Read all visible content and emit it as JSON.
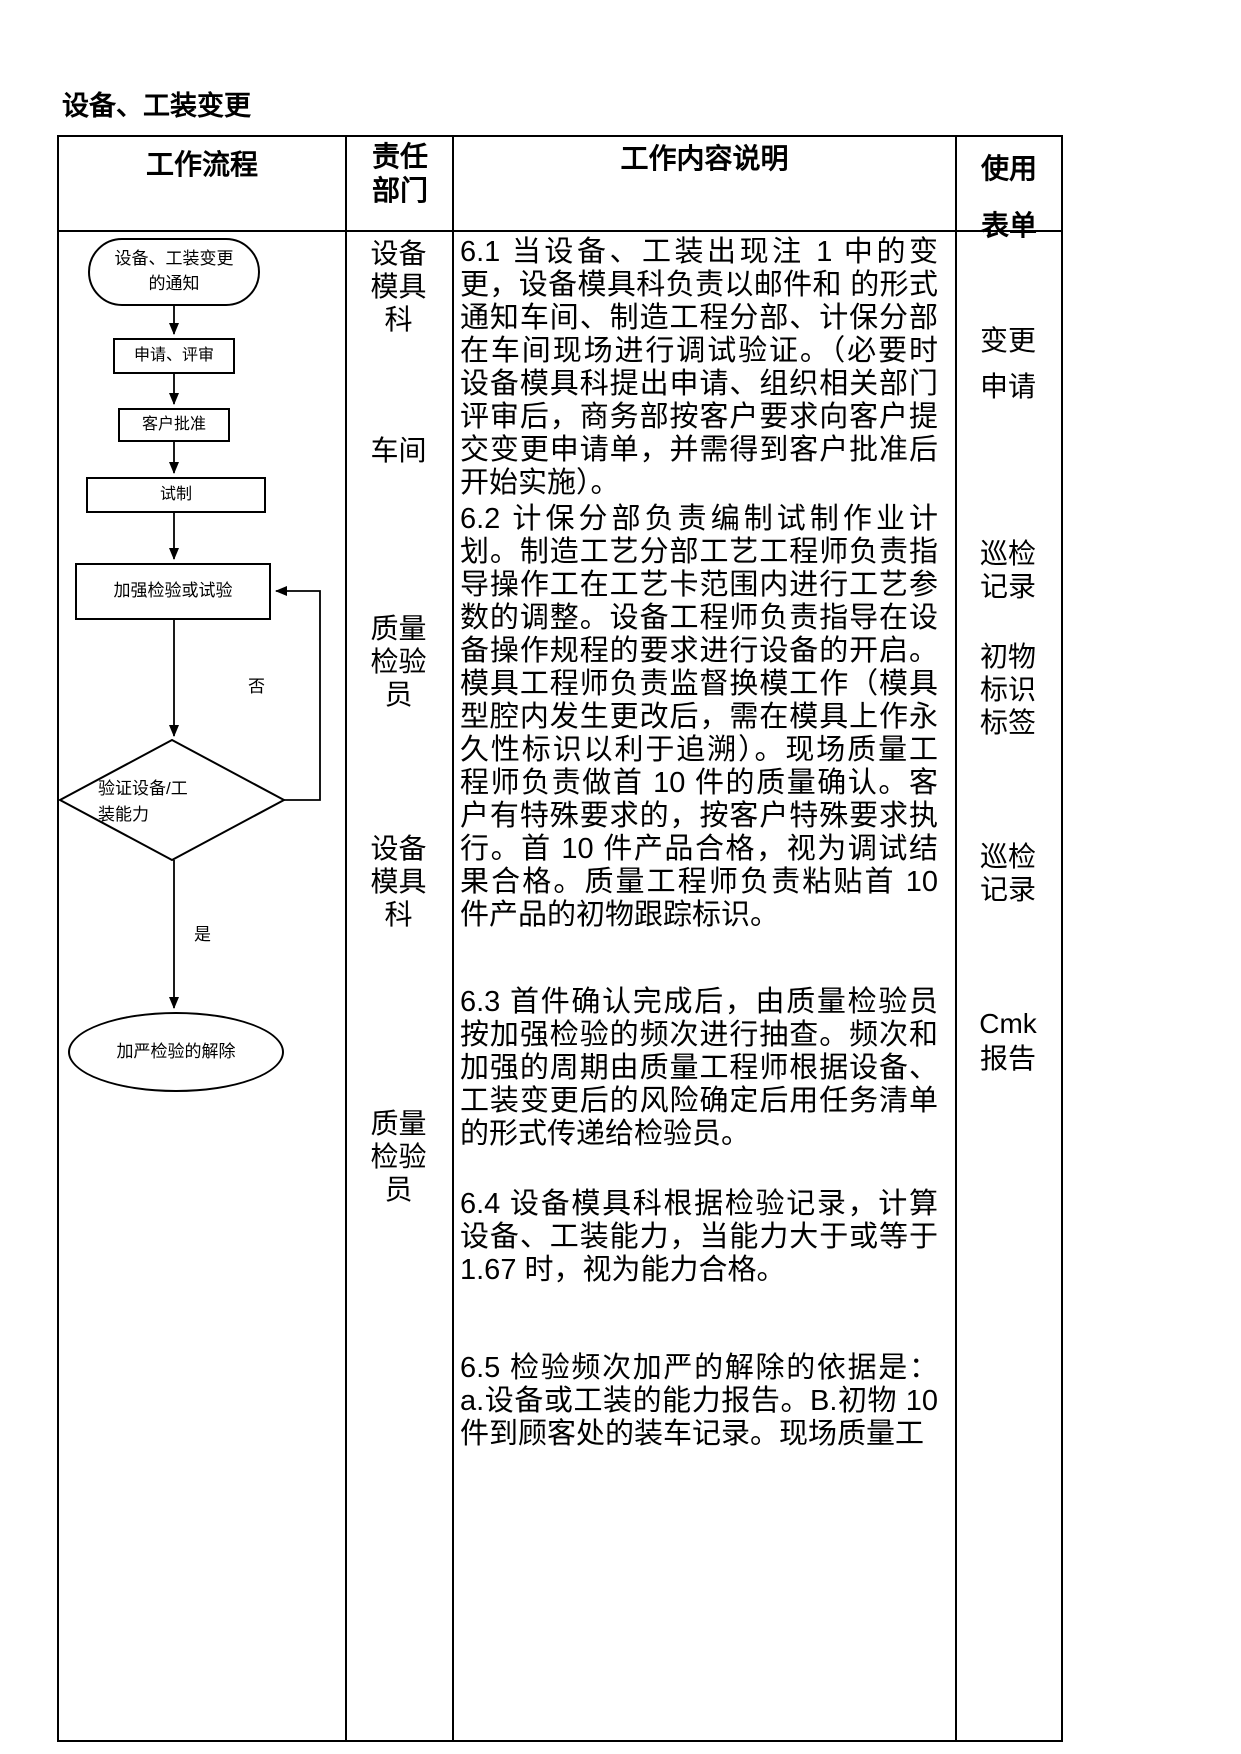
{
  "page": {
    "title": "设备、工装变更"
  },
  "table": {
    "headers": {
      "flow": "工作流程",
      "dept": "责任\n部门",
      "content": "工作内容说明",
      "forms": "使用\n表单"
    }
  },
  "flowchart": {
    "nodes": {
      "notice": "设备、工装变更\n的通知",
      "apply": "申请、评审",
      "approve": "客户批准",
      "trial": "试制",
      "inspect": "加强检验或试验",
      "verify": "验证设备/工\n装能力",
      "release": "加严检验的解除"
    },
    "labels": {
      "no": "否",
      "yes": "是"
    }
  },
  "departments": [
    {
      "label": "设备\n模具\n科"
    },
    {
      "label": "车间"
    },
    {
      "label": "质量\n检验\n员"
    },
    {
      "label": "设备\n模具\n科"
    },
    {
      "label": "质量\n检验\n员"
    }
  ],
  "content": {
    "sections": [
      {
        "text": "6.1 当设备、工装出现注 1 中的变更，设备模具科负责以邮件和  的形式通知车间、制造工程分部、计保分部在车间现场进行调试验证。（必要时设备模具科提出申请、组织相关部门评审后，商务部按客户要求向客户提交变更申请单，并需得到客户批准后开始实施）。"
      },
      {
        "text": "6.2 计保分部负责编制试制作业计划。制造工艺分部工艺工程师负责指导操作工在工艺卡范围内进行工艺参数的调整。设备工程师负责指导在设备操作规程的要求进行设备的开启。模具工程师负责监督换模工作（模具型腔内发生更改后，需在模具上作永久性标识以利于追溯）。现场质量工程师负责做首 10 件的质量确认。客户有特殊要求的，按客户特殊要求执行。首 10 件产品合格，视为调试结果合格。质量工程师负责粘贴首 10 件产品的初物跟踪标识。"
      },
      {
        "text": "6.3 首件确认完成后，由质量检验员按加强检验的频次进行抽查。频次和加强的周期由质量工程师根据设备、工装变更后的风险确定后用任务清单的形式传递给检验员。"
      },
      {
        "text": "6.4 设备模具科根据检验记录，计算设备、工装能力，当能力大于或等于 1.67 时，视为能力合格。"
      },
      {
        "text": "6.5 检验频次加严的解除的依据是：a.设备或工装的能力报告。B.初物 10 件到顾客处的装车记录。现场质量工"
      }
    ]
  },
  "forms": [
    {
      "label": "变更\n申请"
    },
    {
      "label": "巡检\n记录"
    },
    {
      "label": "初物\n标识\n标签"
    },
    {
      "label": "巡检\n记录"
    },
    {
      "label": "Cmk\n报告"
    }
  ]
}
